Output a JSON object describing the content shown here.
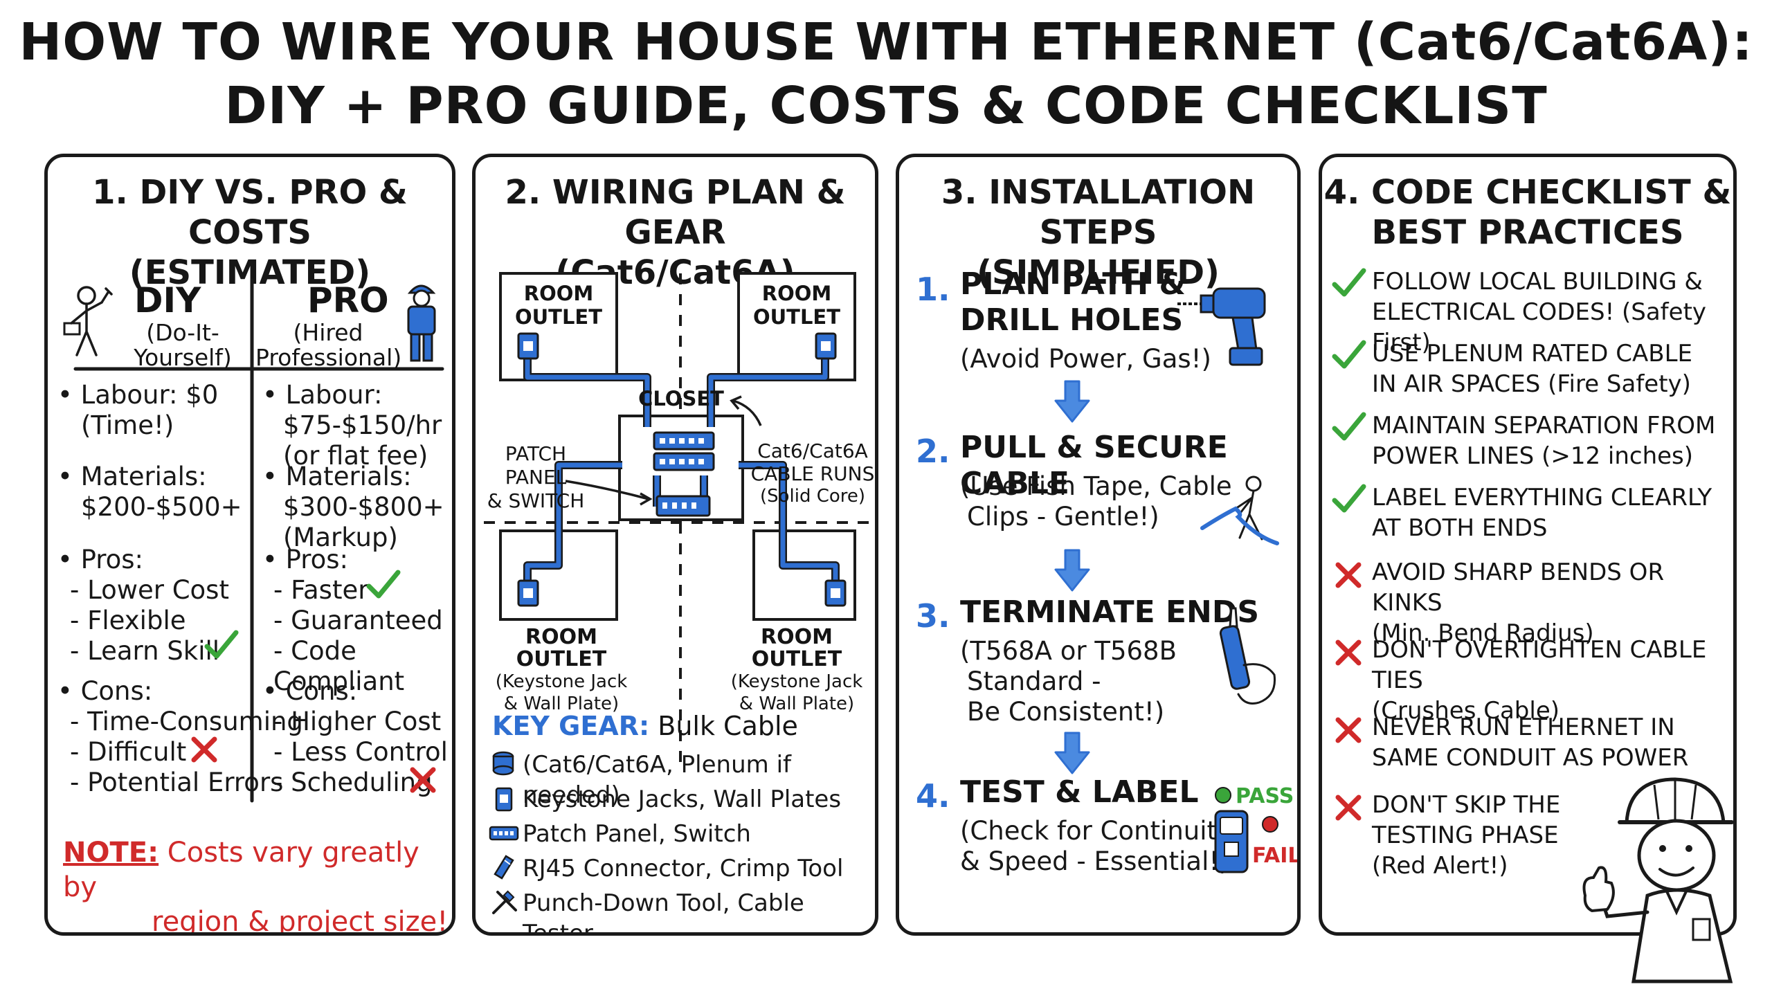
{
  "title": {
    "line1": "HOW TO WIRE YOUR HOUSE WITH ETHERNET (Cat6/Cat6A):",
    "line2": "DIY + PRO GUIDE, COSTS & CODE CHECKLIST"
  },
  "panel1": {
    "heading_line1": "1. DIY VS. PRO & COSTS",
    "heading_line2": "(ESTIMATED)",
    "diy": {
      "title": "DIY",
      "subtitle_line1": "(Do-It-",
      "subtitle_line2": "Yourself)",
      "labour_line1": "• Labour: $0",
      "labour_line2": "(Time!)",
      "materials_line1": "• Materials:",
      "materials_line2": "$200-$500+",
      "pros_label": "• Pros:",
      "pros": [
        "- Lower Cost",
        "- Flexible",
        "- Learn Skill"
      ],
      "cons_label": "• Cons:",
      "cons": [
        "- Time-Consuming",
        "- Difficult",
        "- Potential Errors"
      ]
    },
    "pro": {
      "title": "PRO",
      "subtitle_line1": "(Hired",
      "subtitle_line2": "Professional)",
      "labour_line1": "• Labour:",
      "labour_line2": "$75-$150/hr",
      "labour_line3": "(or flat fee)",
      "materials_line1": "• Materials:",
      "materials_line2": "$300-$800+",
      "materials_line3": "(Markup)",
      "pros_label": "• Pros:",
      "pros": [
        "- Faster",
        "- Guaranteed",
        "- Code Compliant"
      ],
      "cons_label": "• Cons:",
      "cons": [
        "- Higher Cost",
        "- Less Control",
        "- Scheduling"
      ]
    },
    "note_label": "NOTE:",
    "note_line1": " Costs vary greatly by",
    "note_line2": "region & project size!"
  },
  "panel2": {
    "heading_line1": "2. WIRING PLAN & GEAR",
    "heading_line2": "(Cat6/Cat6A)",
    "room_top_left": [
      "ROOM",
      "OUTLET"
    ],
    "room_top_right": [
      "ROOM",
      "OUTLET"
    ],
    "closet_label": "CLOSET",
    "patch_label": [
      "PATCH PANEL",
      "& SWITCH"
    ],
    "runs_label": [
      "Cat6/Cat6A",
      "CABLE RUNS",
      "(Solid Core)"
    ],
    "room_bottom_left": [
      "ROOM OUTLET",
      "(Keystone Jack",
      "& Wall Plate)"
    ],
    "room_bottom_right": [
      "ROOM OUTLET",
      "(Keystone Jack",
      "& Wall Plate)"
    ],
    "gear_label": "KEY GEAR:",
    "gear_first": " Bulk Cable",
    "gear_items": [
      {
        "icon": "cable-spool-icon",
        "text": "(Cat6/Cat6A, Plenum if needed)"
      },
      {
        "icon": "keystone-jack-icon",
        "text": "Keystone Jacks, Wall Plates"
      },
      {
        "icon": "patch-panel-icon",
        "text": "Patch Panel, Switch"
      },
      {
        "icon": "rj45-connector-icon",
        "text": "RJ45 Connector, Crimp Tool"
      },
      {
        "icon": "punch-down-tool-icon",
        "text": "Punch-Down Tool, Cable Tester"
      }
    ]
  },
  "panel3": {
    "heading_line1": "3. INSTALLATION STEPS",
    "heading_line2": "(SIMPLIFIED)",
    "steps": [
      {
        "num": "1.",
        "title_line1": "PLAN PATH &",
        "title_line2": "DRILL HOLES",
        "note_line1": "(Avoid Power, Gas!)",
        "note_line2": ""
      },
      {
        "num": "2.",
        "title_line1": "PULL & SECURE CABLE",
        "title_line2": "",
        "note_line1": "(Use Fish Tape, Cable",
        "note_line2": "Clips - Gentle!)"
      },
      {
        "num": "3.",
        "title_line1": "TERMINATE ENDS",
        "title_line2": "",
        "note_line1": "(T568A or T568B",
        "note_line2": "Standard -",
        "note_line3": "Be Consistent!)"
      },
      {
        "num": "4.",
        "title_line1": "TEST & LABEL",
        "title_line2": "",
        "note_line1": "(Check for Continuity",
        "note_line2": "& Speed - Essential!)"
      }
    ],
    "pass_label": "PASS",
    "fail_label": "FAIL"
  },
  "panel4": {
    "heading_line1": "4. CODE CHECKLIST &",
    "heading_line2": "BEST PRACTICES",
    "items": [
      {
        "mark": "check",
        "line1": "FOLLOW LOCAL BUILDING &",
        "line2": "ELECTRICAL CODES! (Safety First)"
      },
      {
        "mark": "check",
        "line1": "USE PLENUM RATED CABLE",
        "line2": "IN AIR SPACES (Fire Safety)"
      },
      {
        "mark": "check",
        "line1": "MAINTAIN SEPARATION FROM",
        "line2": "POWER LINES (>12 inches)"
      },
      {
        "mark": "check",
        "line1": "LABEL EVERYTHING CLEARLY",
        "line2": "AT BOTH ENDS"
      },
      {
        "mark": "cross",
        "line1": "AVOID SHARP BENDS OR KINKS",
        "line2": "(Min. Bend Radius)"
      },
      {
        "mark": "cross",
        "line1": "DON'T OVERTIGHTEN CABLE TIES",
        "line2": "(Crushes Cable)"
      },
      {
        "mark": "cross",
        "line1": "NEVER RUN ETHERNET IN",
        "line2": "SAME CONDUIT AS POWER"
      },
      {
        "mark": "cross",
        "line1": "DON'T SKIP THE",
        "line2": "TESTING PHASE",
        "line3": "(Red Alert!)"
      }
    ]
  },
  "colors": {
    "accent_blue": "#2f6fd1",
    "check_green": "#3aa53a",
    "cross_red": "#d02a2a",
    "ink": "#1a1a1a"
  }
}
